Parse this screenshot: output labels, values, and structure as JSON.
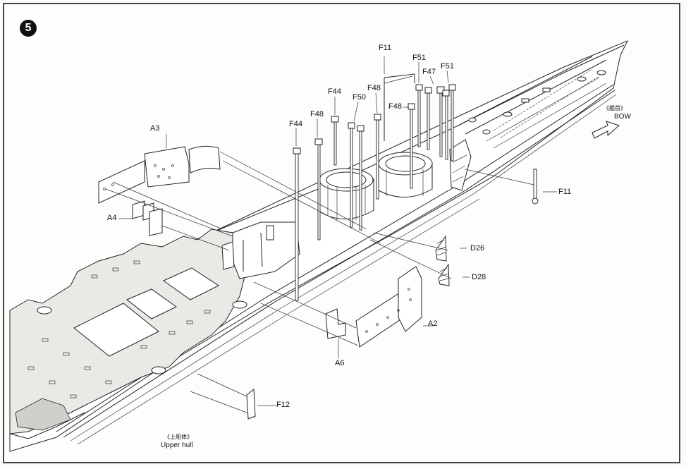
{
  "step": {
    "number": "5"
  },
  "callouts": {
    "a3": "A3",
    "a4": "A4",
    "a2": "A2",
    "a6": "A6",
    "d26": "D26",
    "d28": "D28",
    "f11_top": "F11",
    "f11_right": "F11",
    "f51_a": "F51",
    "f51_b": "F51",
    "f47": "F47",
    "f48_top": "F48",
    "f48_mid": "F48",
    "f48_left": "F48",
    "f44_top": "F44",
    "f44_left": "F44",
    "f50": "F50",
    "f12": "F12"
  },
  "bow": {
    "zh": "《艦首》",
    "en": "BOW"
  },
  "upper_hull": {
    "zh": "《上船体》",
    "en": "Upper hull"
  }
}
